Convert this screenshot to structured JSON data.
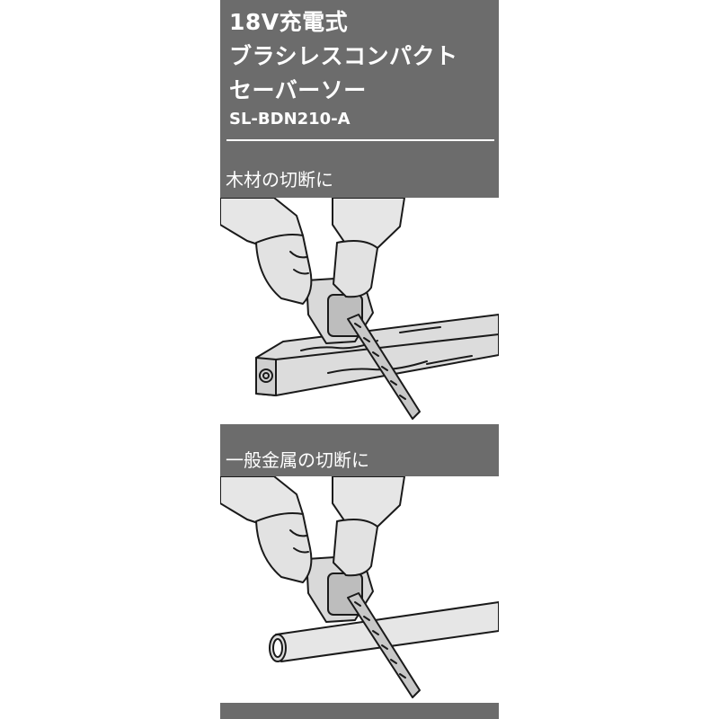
{
  "title_lines": [
    "18V充電式",
    "ブラシレスコンパクト",
    "セーバーソー"
  ],
  "model": "SL-BDN210-A",
  "uses": [
    {
      "caption": "木材の切断に",
      "material": "wood-beam"
    },
    {
      "caption": "一般金属の切断に",
      "material": "metal-pipe"
    }
  ],
  "colors": {
    "panel": "#6c6c6c",
    "glove": "#e2e2e2",
    "wood": "#dcdcdc",
    "pipe": "#e6e6e6",
    "ink": "#1a1a1a"
  }
}
